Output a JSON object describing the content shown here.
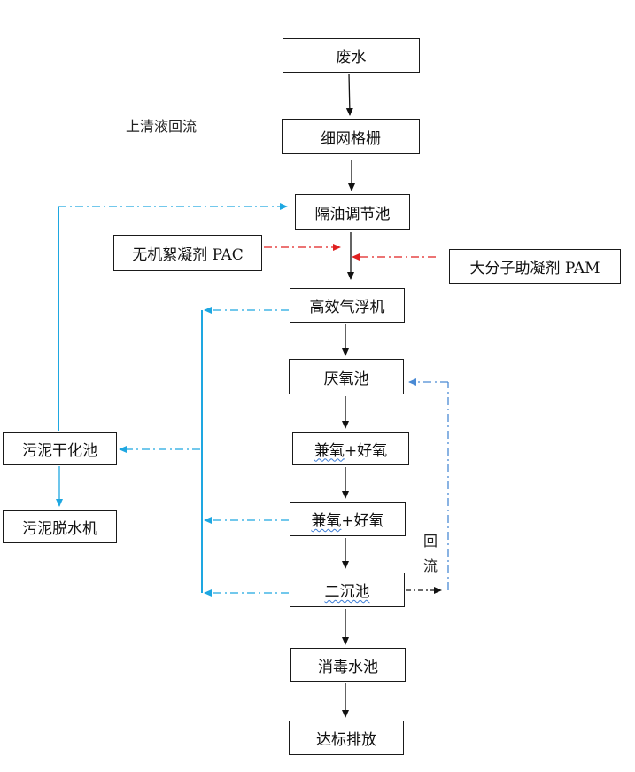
{
  "nodes": {
    "wastewater": "废水",
    "fine_screen": "细网格栅",
    "oil_separation_tank": "隔油调节池",
    "pac": "无机絮凝剂 PAC",
    "pam": "大分子助凝剂 PAM",
    "air_flotation": "高效气浮机",
    "anaerobic_tank": "厌氧池",
    "anoxic_aerobic_1": "兼氧+好氧",
    "anoxic_aerobic_2": "兼氧+好氧",
    "secondary_clarifier": "二沉池",
    "disinfection_tank": "消毒水池",
    "discharge": "达标排放",
    "sludge_drying_tank": "污泥干化池",
    "sludge_dewatering": "污泥脱水机"
  },
  "labels": {
    "supernatant_return": "上清液回流",
    "return_flow_1": "回",
    "return_flow_2": "流"
  },
  "colors": {
    "main_flow": "#111111",
    "sludge_flow": "#1ea7e1",
    "chemical_dosing": "#e02020",
    "return_flow": "#4a8ad4",
    "squiggle": "#3a7bd5"
  }
}
